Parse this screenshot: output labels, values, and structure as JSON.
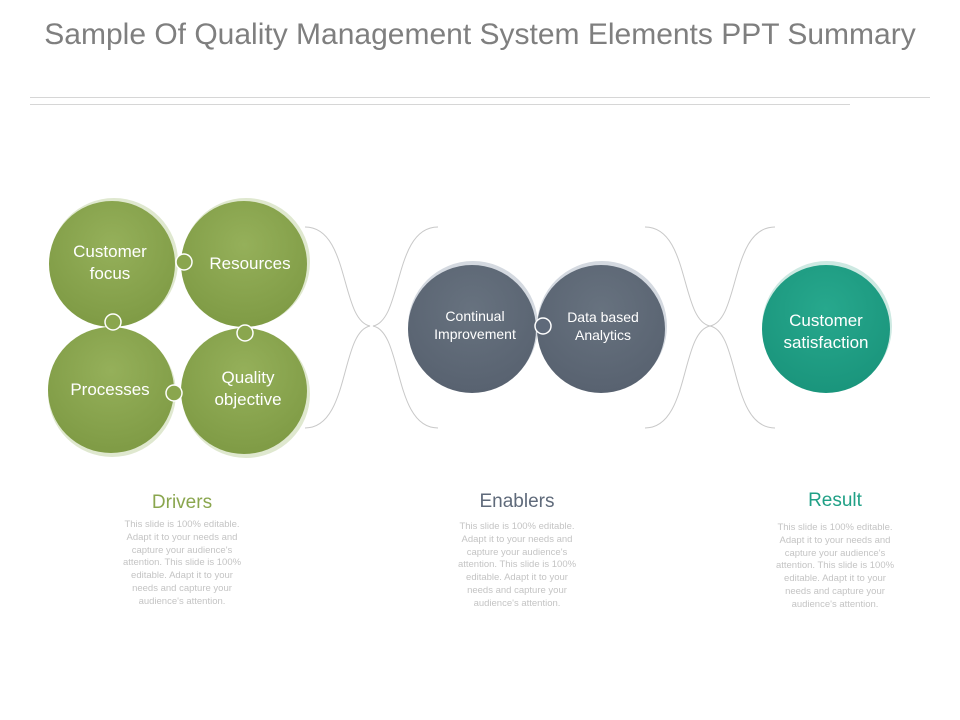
{
  "title": "Sample Of Quality Management System Elements PPT Summary",
  "colors": {
    "green": "#8aa64e",
    "slate": "#5f6a7a",
    "teal": "#20a086",
    "title": "#7f7f7f"
  },
  "drivers": {
    "items": [
      "Customer focus",
      "Resources",
      "Processes",
      "Quality objective"
    ],
    "heading": "Drivers",
    "text": "This slide is 100% editable. Adapt it to your needs and capture your audience's attention. This slide is 100% editable. Adapt it to your needs and capture your audience's attention."
  },
  "enablers": {
    "items": [
      "Continual Improvement",
      "Data  based Analytics"
    ],
    "heading": "Enablers",
    "text": "This slide is 100% editable. Adapt it to your needs and capture your audience's attention. This slide is 100% editable. Adapt it to your needs and capture your audience's attention."
  },
  "result": {
    "items": [
      "Customer satisfaction"
    ],
    "heading": "Result",
    "text": "This slide is 100% editable. Adapt it to your needs and capture your audience's attention. This slide is 100% editable. Adapt it to your needs and capture your audience's attention."
  }
}
